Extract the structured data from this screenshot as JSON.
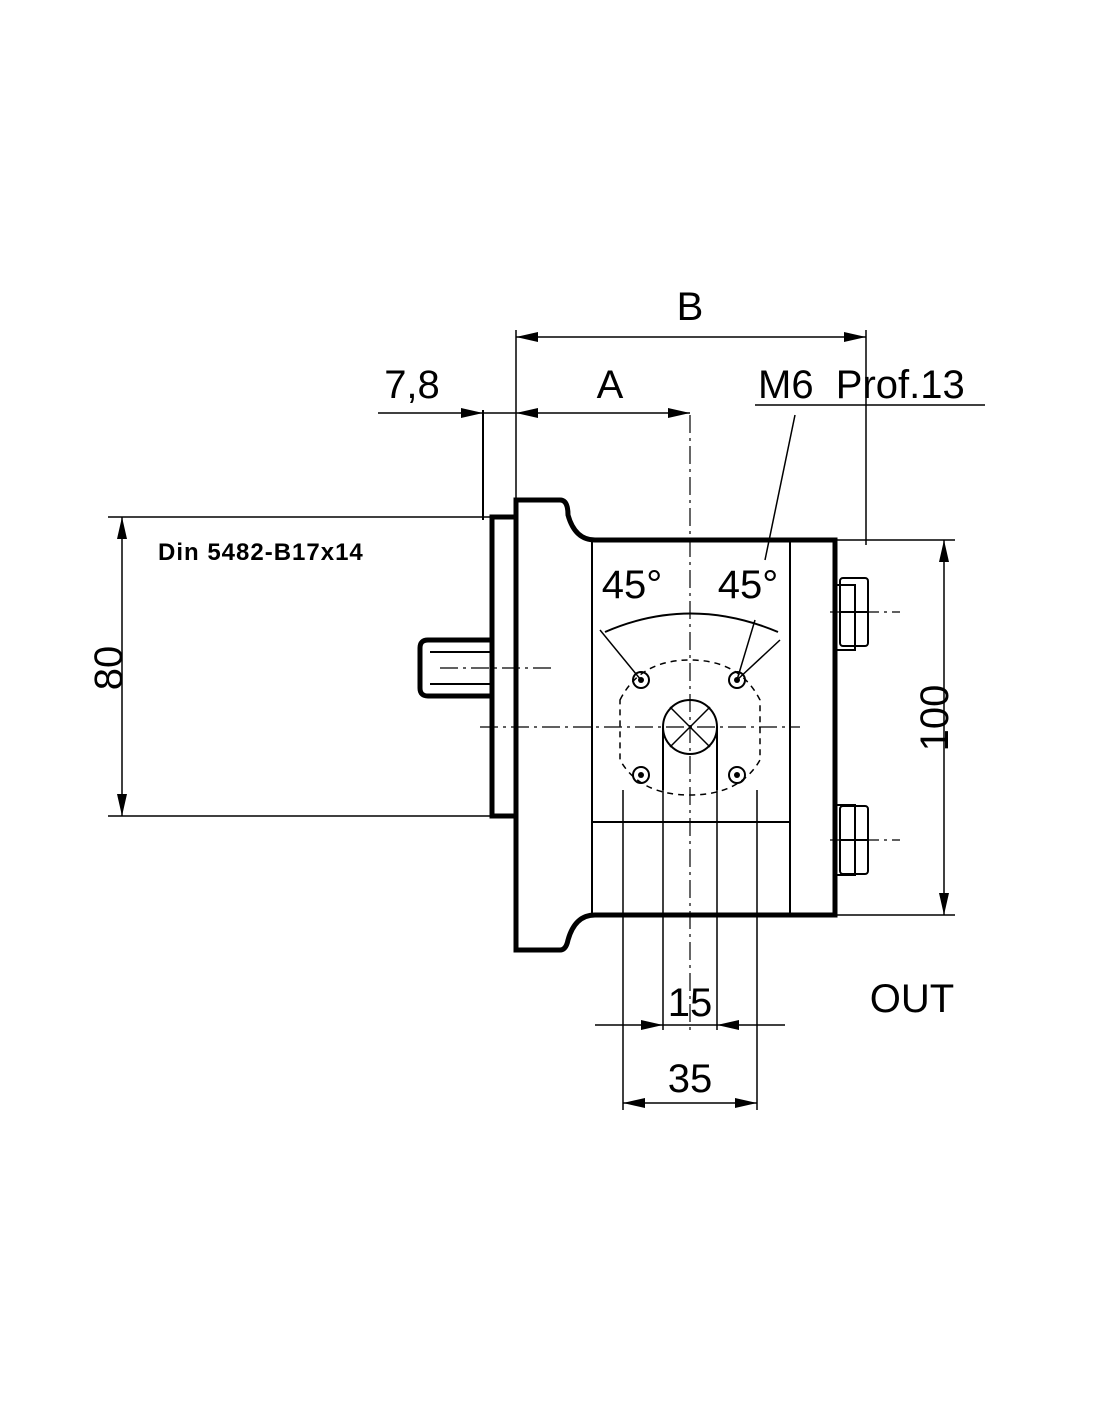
{
  "dimensions": {
    "b": "B",
    "a": "A",
    "offset": "7,8",
    "thread": "M6  Prof.13",
    "spline": "Din 5482-B17x14",
    "height_80": "80",
    "height_100": "100",
    "angle_left": "45°",
    "angle_right": "45°",
    "width_15": "15",
    "width_35": "35"
  },
  "port_label": "OUT"
}
